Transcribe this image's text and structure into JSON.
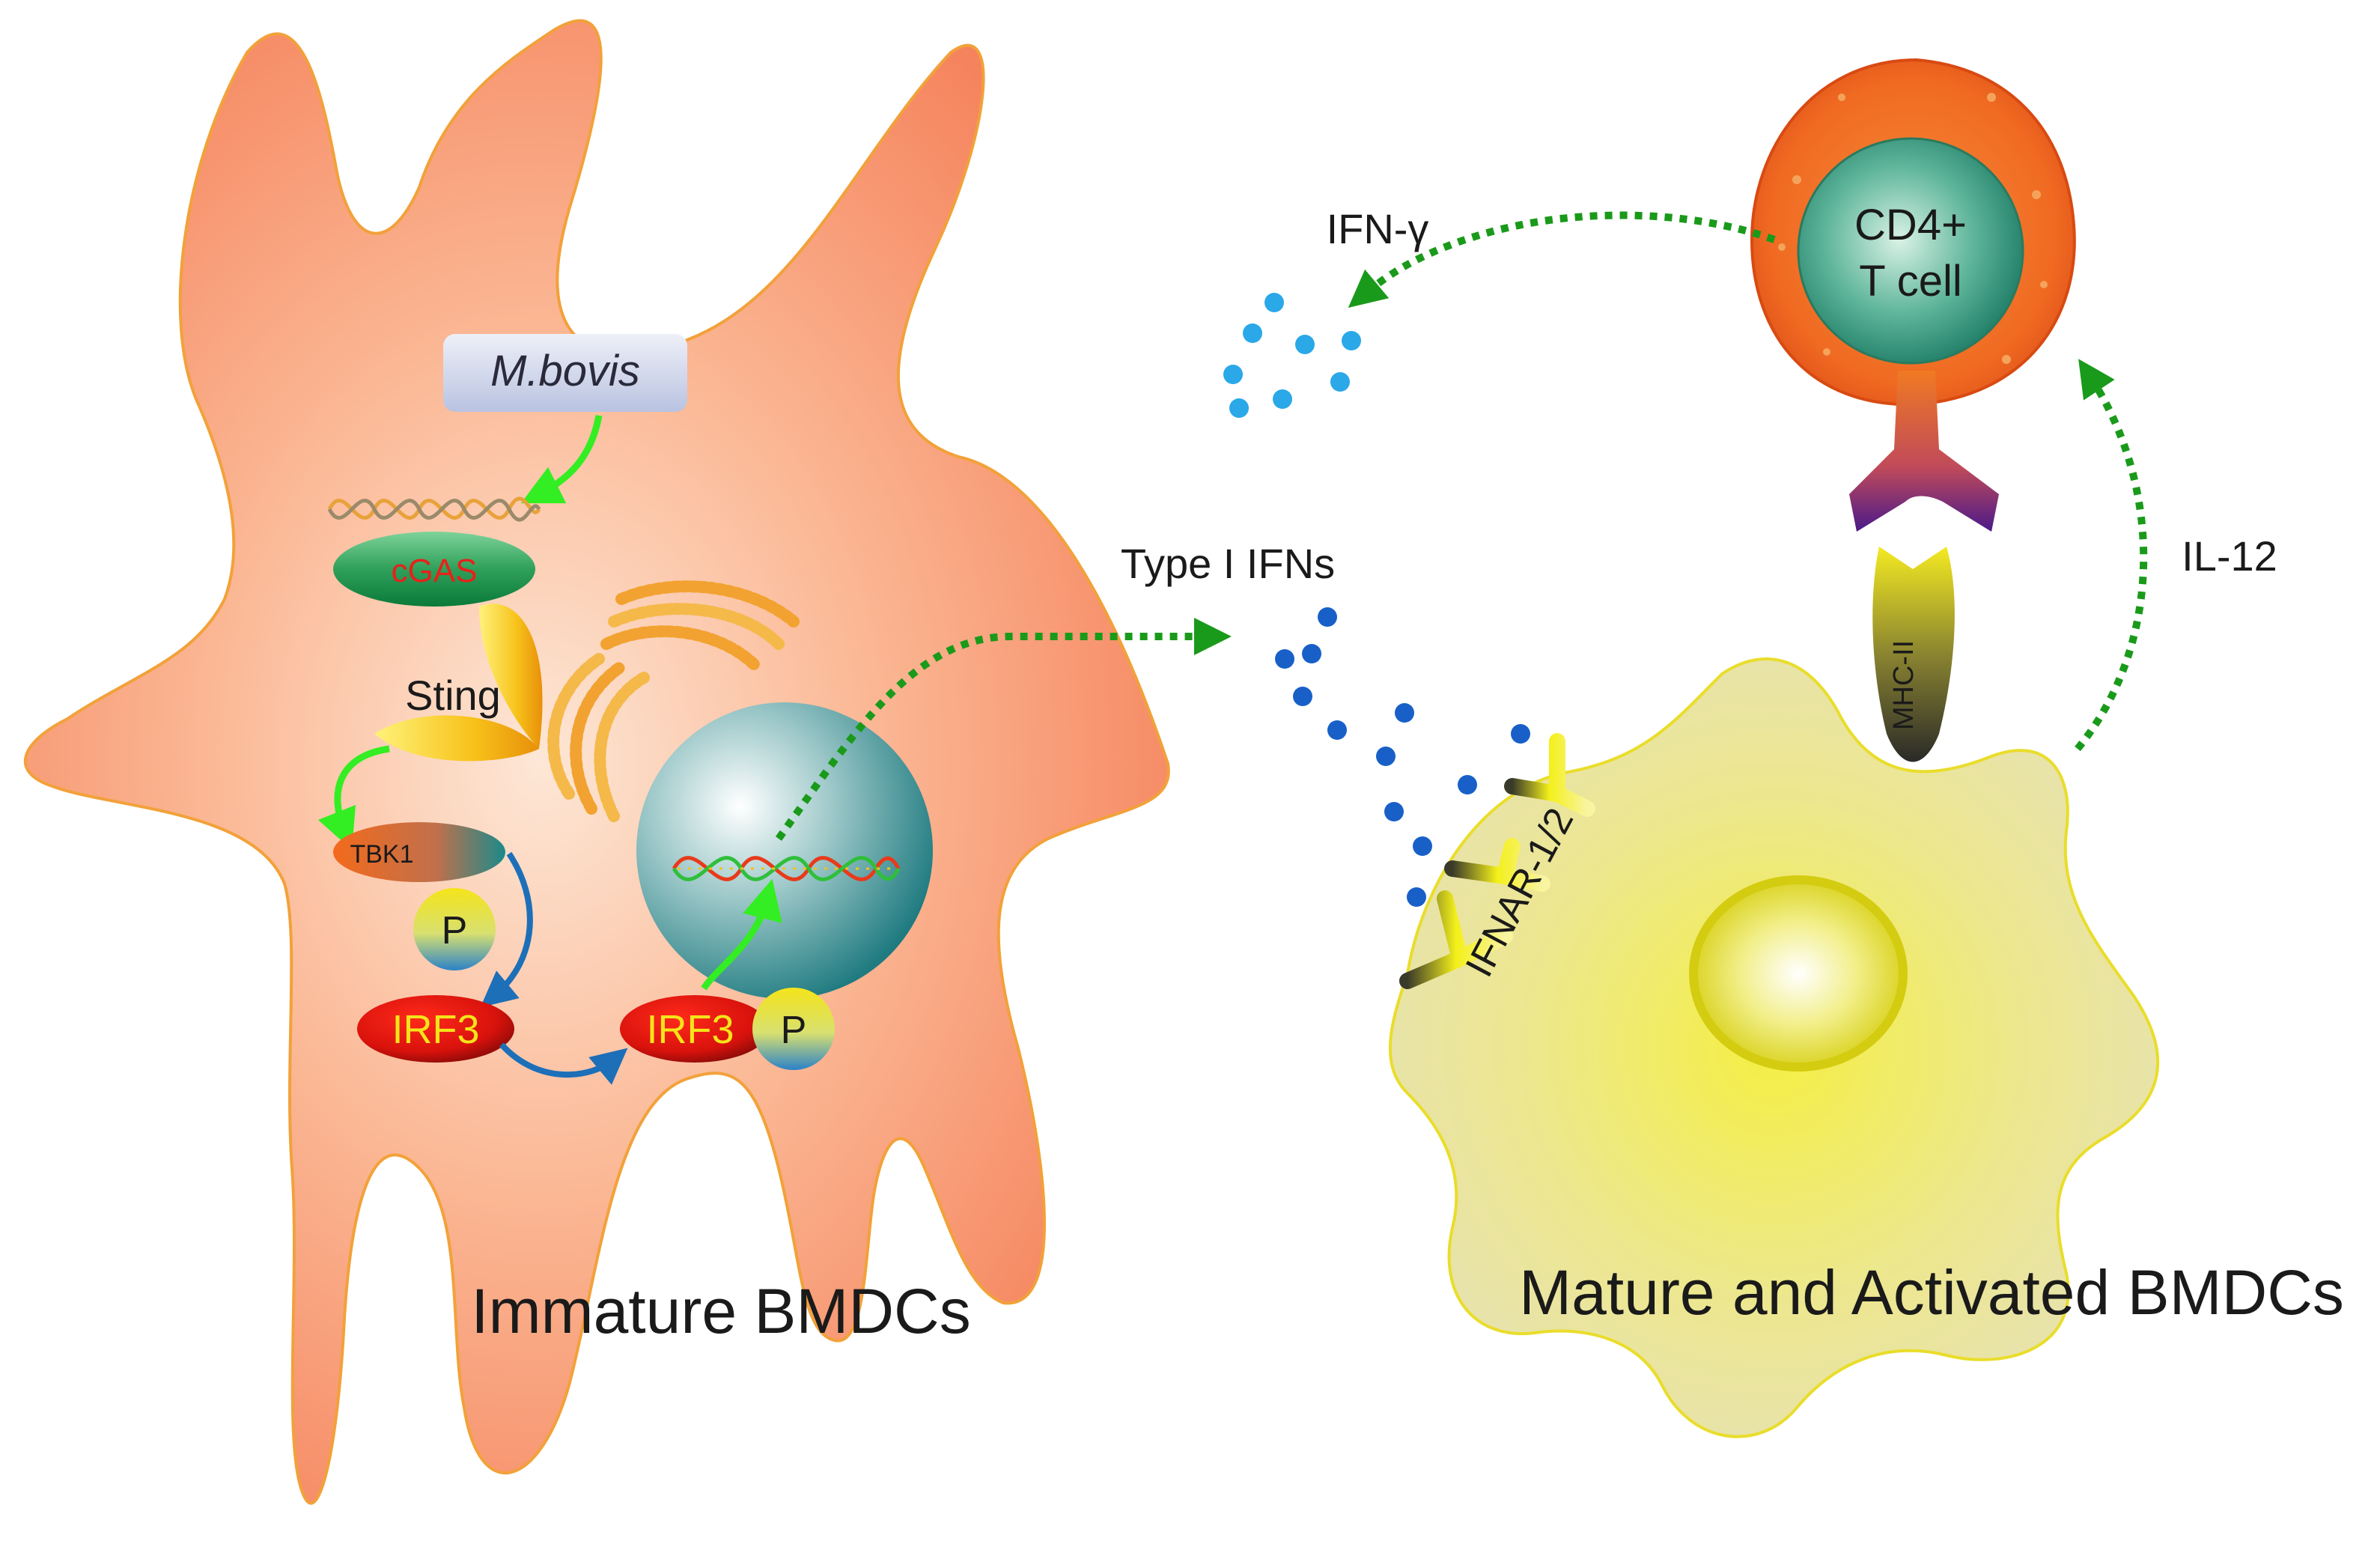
{
  "left_cell": {
    "caption": "Immature BMDCs",
    "pathogen_label": "M.bovis",
    "sensor_label": "cGAS",
    "adaptor_label": "Sting",
    "kinase_label": "TBK1",
    "phospho_label": "P",
    "tf_label": "IRF3",
    "phospho_tf_label": "IRF3",
    "phospho_tf_p_label": "P"
  },
  "right_cell": {
    "caption": "Mature and Activated BMDCs",
    "receptor_label": "IFNAR-1/2",
    "mhc_label": "MHC-II"
  },
  "t_cell": {
    "label_line1": "CD4+",
    "label_line2": "T cell"
  },
  "signals": {
    "type1_ifn": "Type I IFNs",
    "ifn_gamma": "IFN-γ",
    "il12": "IL-12"
  },
  "colors": {
    "left_cell": "#f7875f",
    "right_cell": "#e9e27a",
    "green_arrow": "#33ee22",
    "dotted_arrow": "#1a9a1a",
    "blue_arrow": "#1d6fb8",
    "ifn_dots": "#1860c8",
    "ifng_dots": "#2aa8e8",
    "receptor": "#f2ee1a"
  }
}
